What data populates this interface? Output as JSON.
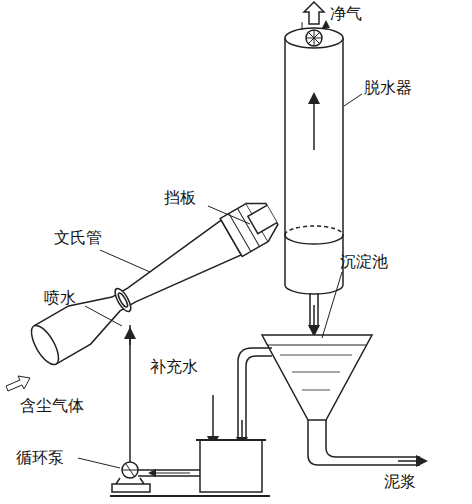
{
  "diagram": {
    "labels": [
      "净气",
      "脱水器",
      "挡板",
      "文氏管",
      "喷水",
      "沉淀池",
      "补充水",
      "含尘气体",
      "泥浆",
      "循环泵"
    ]
  }
}
